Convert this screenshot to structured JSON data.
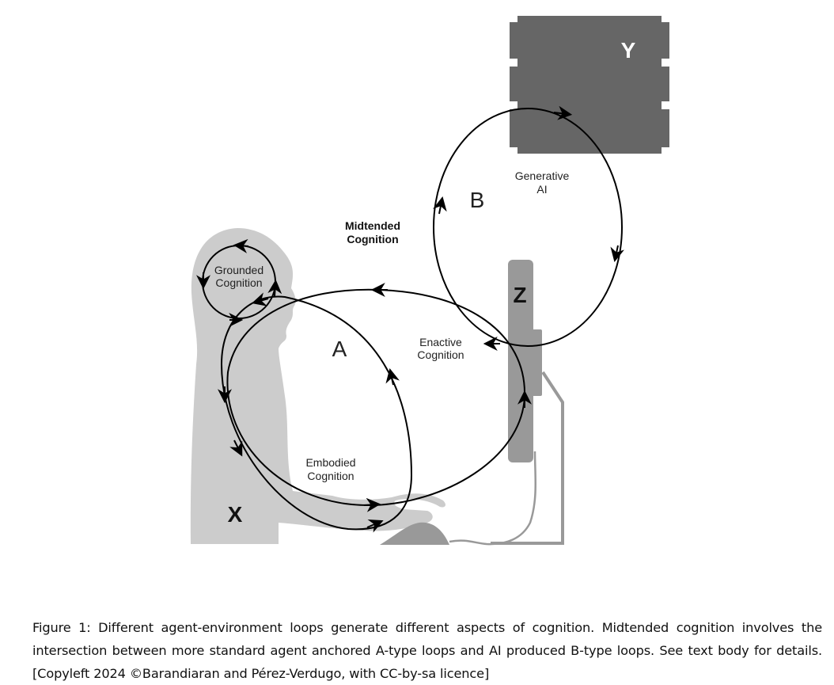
{
  "figure": {
    "labels": {
      "agent": "X",
      "screen": "Z",
      "server": "Y",
      "loop_a": "A",
      "loop_b": "B",
      "grounded_line1": "Grounded",
      "grounded_line2": "Cognition",
      "embodied_line1": "Embodied",
      "embodied_line2": "Cognition",
      "enactive_line1": "Enactive",
      "enactive_line2": "Cognition",
      "generative_line1": "Generative",
      "generative_line2": "AI",
      "midtended_line1": "Midtended",
      "midtended_line2": "Cognition"
    },
    "colors": {
      "silhouette": "#cccccc",
      "server_box": "#666666",
      "monitor": "#999999",
      "loop_stroke": "#000000",
      "mouse": "#999999"
    }
  },
  "caption": {
    "text": "Figure 1: Different agent-environment loops generate different aspects of cognition. Midtended cognition involves the intersection between more standard agent anchored A-type loops and AI produced B-type loops. See text body for details. [Copyleft 2024 ©Barandiaran and Pérez-Verdugo, with CC-by-sa licence]"
  }
}
